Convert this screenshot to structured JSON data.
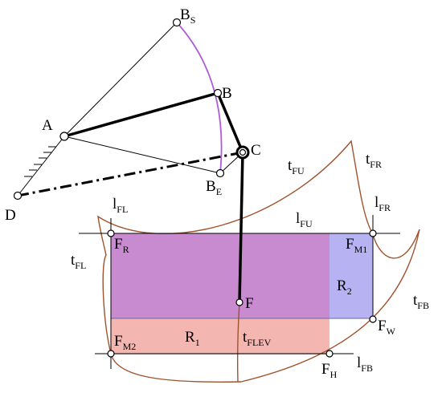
{
  "colors": {
    "curve": "#a0522d",
    "purple_arc": "#b05cd8",
    "rect_R": "#c98bd0",
    "rect_R1": "#f4b6b1",
    "rect_R2": "#b7b2f2",
    "link": "#000000"
  },
  "labels": {
    "BS": {
      "base": "B",
      "sub": "S"
    },
    "B": {
      "base": "B",
      "sub": ""
    },
    "A": {
      "base": "A",
      "sub": ""
    },
    "C": {
      "base": "C",
      "sub": ""
    },
    "BE": {
      "base": "B",
      "sub": "E"
    },
    "D": {
      "base": "D",
      "sub": ""
    },
    "tFU": {
      "base": "t",
      "sub": "FU"
    },
    "tFR": {
      "base": "t",
      "sub": "FR"
    },
    "lFL": {
      "base": "l",
      "sub": "FL"
    },
    "lFR": {
      "base": "l",
      "sub": "FR"
    },
    "lFU": {
      "base": "l",
      "sub": "FU"
    },
    "FR": {
      "base": "F",
      "sub": "R"
    },
    "FM1": {
      "base": "F",
      "sub": "M1"
    },
    "tFL": {
      "base": "t",
      "sub": "FL"
    },
    "R2": {
      "base": "R",
      "sub": "2"
    },
    "F": {
      "base": "F",
      "sub": ""
    },
    "tFB": {
      "base": "t",
      "sub": "FB"
    },
    "FW": {
      "base": "F",
      "sub": "W"
    },
    "FM2": {
      "base": "F",
      "sub": "M2"
    },
    "R1": {
      "base": "R",
      "sub": "1"
    },
    "tFLEV": {
      "base": "t",
      "sub": "FLEV"
    },
    "lFB": {
      "base": "l",
      "sub": "FB"
    },
    "FH": {
      "base": "F",
      "sub": "H"
    }
  }
}
